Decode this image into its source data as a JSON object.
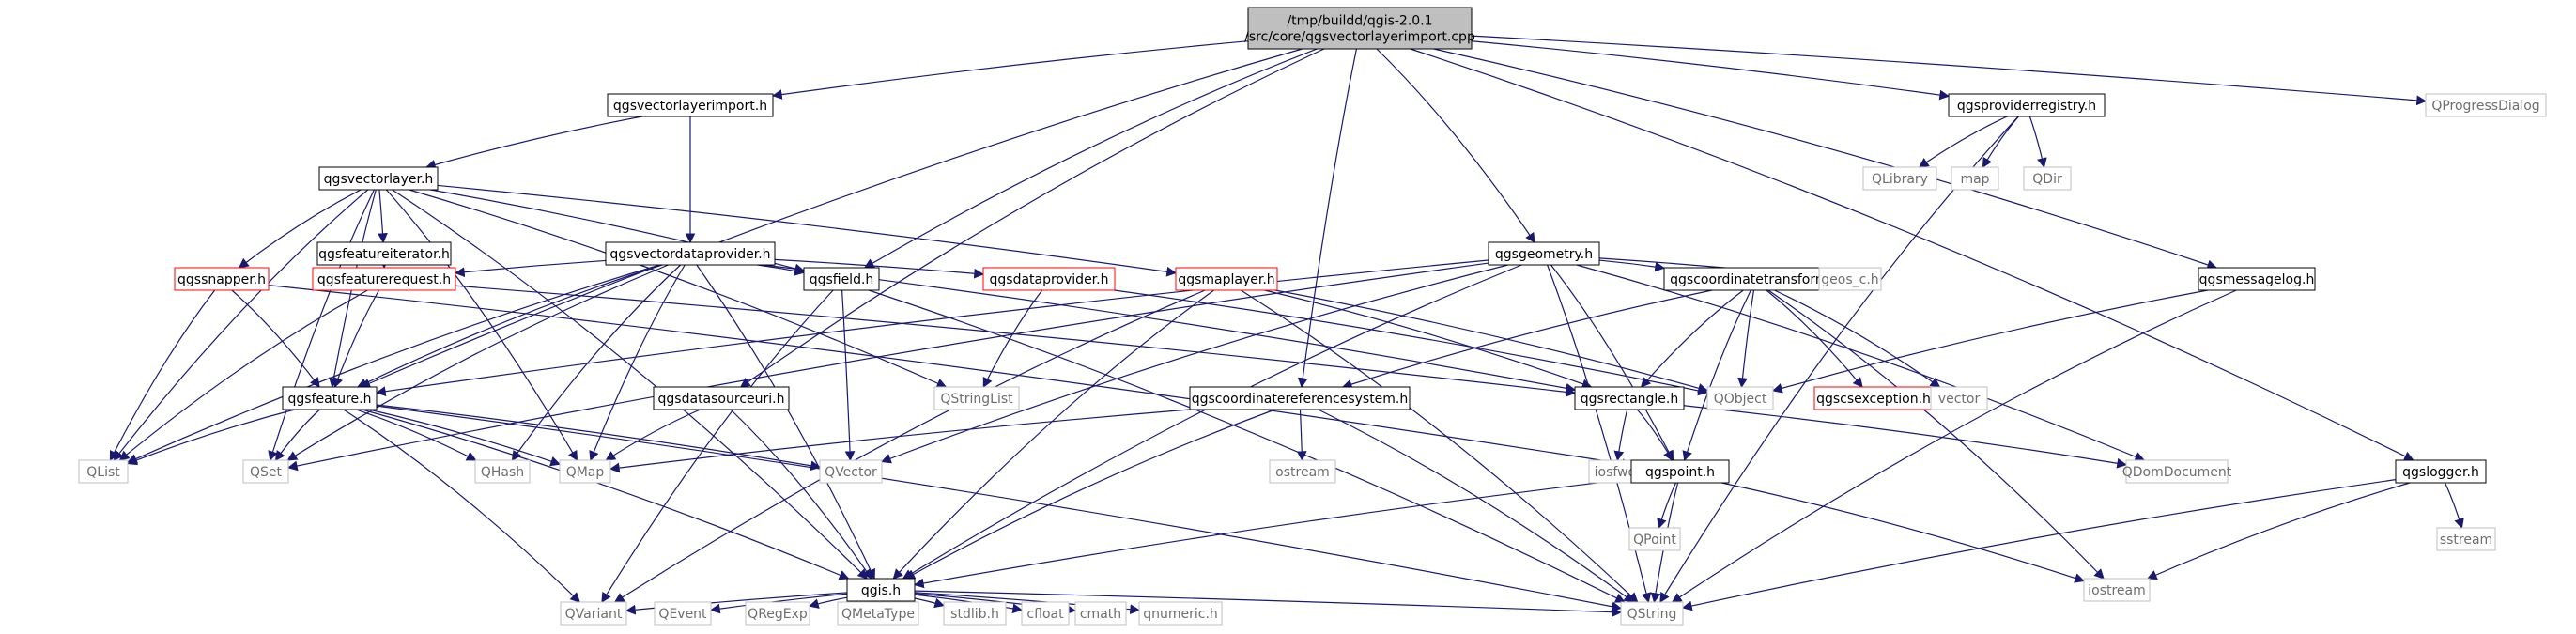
{
  "nodes": [
    {
      "id": "root",
      "label": "/tmp/buildd/qgis-2.0.1\n/src/core/qgsvectorlayerimport.cpp",
      "kind": "root"
    },
    {
      "id": "vlimp",
      "label": "qgsvectorlayerimport.h",
      "kind": "normal"
    },
    {
      "id": "provreg",
      "label": "qgsproviderregistry.h",
      "kind": "normal"
    },
    {
      "id": "qprogress",
      "label": "QProgressDialog",
      "kind": "ext"
    },
    {
      "id": "vlayer",
      "label": "qgsvectorlayer.h",
      "kind": "normal"
    },
    {
      "id": "qlibrary",
      "label": "QLibrary",
      "kind": "ext"
    },
    {
      "id": "map",
      "label": "map",
      "kind": "ext"
    },
    {
      "id": "qdir",
      "label": "QDir",
      "kind": "ext"
    },
    {
      "id": "featit",
      "label": "qgsfeatureiterator.h",
      "kind": "normal"
    },
    {
      "id": "vdp",
      "label": "qgsvectordataprovider.h",
      "kind": "normal"
    },
    {
      "id": "geom",
      "label": "qgsgeometry.h",
      "kind": "normal"
    },
    {
      "id": "snapper",
      "label": "qgssnapper.h",
      "kind": "warn"
    },
    {
      "id": "featreq",
      "label": "qgsfeaturerequest.h",
      "kind": "warn"
    },
    {
      "id": "field",
      "label": "qgsfield.h",
      "kind": "normal"
    },
    {
      "id": "dataprov",
      "label": "qgsdataprovider.h",
      "kind": "warn"
    },
    {
      "id": "maplayer",
      "label": "qgsmaplayer.h",
      "kind": "warn"
    },
    {
      "id": "coordtr",
      "label": "qgscoordinatetransform.h",
      "kind": "normal"
    },
    {
      "id": "geosc",
      "label": "geos_c.h",
      "kind": "ext"
    },
    {
      "id": "msglog",
      "label": "qgsmessagelog.h",
      "kind": "normal"
    },
    {
      "id": "feature",
      "label": "qgsfeature.h",
      "kind": "normal"
    },
    {
      "id": "dsuri",
      "label": "qgsdatasourceuri.h",
      "kind": "normal"
    },
    {
      "id": "qstringlist",
      "label": "QStringList",
      "kind": "ext"
    },
    {
      "id": "crs",
      "label": "qgscoordinatereferencesystem.h",
      "kind": "normal"
    },
    {
      "id": "rect",
      "label": "qgsrectangle.h",
      "kind": "normal"
    },
    {
      "id": "qobject",
      "label": "QObject",
      "kind": "ext"
    },
    {
      "id": "csexc",
      "label": "qgscsexception.h",
      "kind": "warn"
    },
    {
      "id": "vector",
      "label": "vector",
      "kind": "ext"
    },
    {
      "id": "qlist",
      "label": "QList",
      "kind": "ext"
    },
    {
      "id": "qset",
      "label": "QSet",
      "kind": "ext"
    },
    {
      "id": "qhash",
      "label": "QHash",
      "kind": "ext"
    },
    {
      "id": "qmap",
      "label": "QMap",
      "kind": "ext"
    },
    {
      "id": "qvector",
      "label": "QVector",
      "kind": "ext"
    },
    {
      "id": "ostream",
      "label": "ostream",
      "kind": "ext"
    },
    {
      "id": "iosfwd",
      "label": "iosfwd",
      "kind": "ext"
    },
    {
      "id": "point",
      "label": "qgspoint.h",
      "kind": "normal"
    },
    {
      "id": "qdom",
      "label": "QDomDocument",
      "kind": "ext"
    },
    {
      "id": "logger",
      "label": "qgslogger.h",
      "kind": "normal"
    },
    {
      "id": "qpoint",
      "label": "QPoint",
      "kind": "ext"
    },
    {
      "id": "sstream",
      "label": "sstream",
      "kind": "ext"
    },
    {
      "id": "iostream",
      "label": "iostream",
      "kind": "ext"
    },
    {
      "id": "qgis",
      "label": "qgis.h",
      "kind": "normal"
    },
    {
      "id": "qvariant",
      "label": "QVariant",
      "kind": "ext"
    },
    {
      "id": "qevent",
      "label": "QEvent",
      "kind": "ext"
    },
    {
      "id": "qregexp",
      "label": "QRegExp",
      "kind": "ext"
    },
    {
      "id": "qmetatype",
      "label": "QMetaType",
      "kind": "ext"
    },
    {
      "id": "stdlib",
      "label": "stdlib.h",
      "kind": "ext"
    },
    {
      "id": "cfloat",
      "label": "cfloat",
      "kind": "ext"
    },
    {
      "id": "cmath",
      "label": "cmath",
      "kind": "ext"
    },
    {
      "id": "qnumeric",
      "label": "qnumeric.h",
      "kind": "ext"
    },
    {
      "id": "qstring",
      "label": "QString",
      "kind": "ext"
    }
  ],
  "edges": [
    [
      "root",
      "vlimp"
    ],
    [
      "root",
      "provreg"
    ],
    [
      "root",
      "qprogress"
    ],
    [
      "root",
      "feature"
    ],
    [
      "root",
      "field"
    ],
    [
      "root",
      "dsuri"
    ],
    [
      "root",
      "crs"
    ],
    [
      "root",
      "geom"
    ],
    [
      "root",
      "msglog"
    ],
    [
      "root",
      "logger"
    ],
    [
      "vlimp",
      "vlayer"
    ],
    [
      "vlimp",
      "vdp"
    ],
    [
      "provreg",
      "qlibrary"
    ],
    [
      "provreg",
      "map"
    ],
    [
      "provreg",
      "qdir"
    ],
    [
      "provreg",
      "qstring"
    ],
    [
      "vlayer",
      "featit"
    ],
    [
      "vlayer",
      "snapper"
    ],
    [
      "vlayer",
      "field"
    ],
    [
      "vlayer",
      "maplayer"
    ],
    [
      "vlayer",
      "qstringlist"
    ],
    [
      "vlayer",
      "qmap"
    ],
    [
      "vlayer",
      "qset"
    ],
    [
      "vlayer",
      "qlist"
    ],
    [
      "vlayer",
      "qgis"
    ],
    [
      "vlayer",
      "feature"
    ],
    [
      "featit",
      "featreq"
    ],
    [
      "vdp",
      "featreq"
    ],
    [
      "vdp",
      "field"
    ],
    [
      "vdp",
      "dataprov"
    ],
    [
      "vdp",
      "feature"
    ],
    [
      "vdp",
      "qlist"
    ],
    [
      "vdp",
      "qset"
    ],
    [
      "vdp",
      "qhash"
    ],
    [
      "vdp",
      "qmap"
    ],
    [
      "vdp",
      "qgis"
    ],
    [
      "vdp",
      "rect"
    ],
    [
      "geom",
      "feature"
    ],
    [
      "geom",
      "coordtr"
    ],
    [
      "geom",
      "geosc"
    ],
    [
      "geom",
      "qdom"
    ],
    [
      "geom",
      "qgis"
    ],
    [
      "geom",
      "point"
    ],
    [
      "geom",
      "qstring"
    ],
    [
      "geom",
      "qset"
    ],
    [
      "geom",
      "qvector"
    ],
    [
      "snapper",
      "feature"
    ],
    [
      "snapper",
      "qlist"
    ],
    [
      "snapper",
      "point"
    ],
    [
      "featreq",
      "feature"
    ],
    [
      "featreq",
      "qlist"
    ],
    [
      "featreq",
      "rect"
    ],
    [
      "field",
      "qstring"
    ],
    [
      "field",
      "qvariant"
    ],
    [
      "field",
      "qvector"
    ],
    [
      "dataprov",
      "qstringlist"
    ],
    [
      "dataprov",
      "qobject"
    ],
    [
      "maplayer",
      "rect"
    ],
    [
      "maplayer",
      "qgis"
    ],
    [
      "maplayer",
      "qobject"
    ],
    [
      "maplayer",
      "qvariant"
    ],
    [
      "maplayer",
      "qstring"
    ],
    [
      "coordtr",
      "rect"
    ],
    [
      "coordtr",
      "crs"
    ],
    [
      "coordtr",
      "qobject"
    ],
    [
      "coordtr",
      "csexc"
    ],
    [
      "coordtr",
      "vector"
    ],
    [
      "coordtr",
      "point"
    ],
    [
      "coordtr",
      "iostream"
    ],
    [
      "msglog",
      "qobject"
    ],
    [
      "msglog",
      "qstring"
    ],
    [
      "feature",
      "qlist"
    ],
    [
      "feature",
      "qset"
    ],
    [
      "feature",
      "qhash"
    ],
    [
      "feature",
      "qmap"
    ],
    [
      "feature",
      "qvector"
    ],
    [
      "feature",
      "qvariant"
    ],
    [
      "feature",
      "qgis"
    ],
    [
      "feature",
      "qstring"
    ],
    [
      "dsuri",
      "qmap"
    ],
    [
      "dsuri",
      "qgis"
    ],
    [
      "crs",
      "qmap"
    ],
    [
      "crs",
      "ostream"
    ],
    [
      "crs",
      "qgis"
    ],
    [
      "crs",
      "qstring"
    ],
    [
      "rect",
      "iosfwd"
    ],
    [
      "rect",
      "point"
    ],
    [
      "rect",
      "qdom"
    ],
    [
      "point",
      "qpoint"
    ],
    [
      "point",
      "qgis"
    ],
    [
      "point",
      "iostream"
    ],
    [
      "point",
      "qstring"
    ],
    [
      "logger",
      "iostream"
    ],
    [
      "logger",
      "sstream"
    ],
    [
      "logger",
      "qstring"
    ],
    [
      "qgis",
      "qvariant"
    ],
    [
      "qgis",
      "qevent"
    ],
    [
      "qgis",
      "qregexp"
    ],
    [
      "qgis",
      "qmetatype"
    ],
    [
      "qgis",
      "stdlib"
    ],
    [
      "qgis",
      "cfloat"
    ],
    [
      "qgis",
      "cmath"
    ],
    [
      "qgis",
      "qnumeric"
    ],
    [
      "qgis",
      "qstring"
    ]
  ],
  "colors": {
    "edge": "#191970",
    "root_fill": "#bfbfbf",
    "warn_border": "#ff0000",
    "ext_border": "#bfbfbf",
    "ext_text": "#6e6e6e"
  }
}
